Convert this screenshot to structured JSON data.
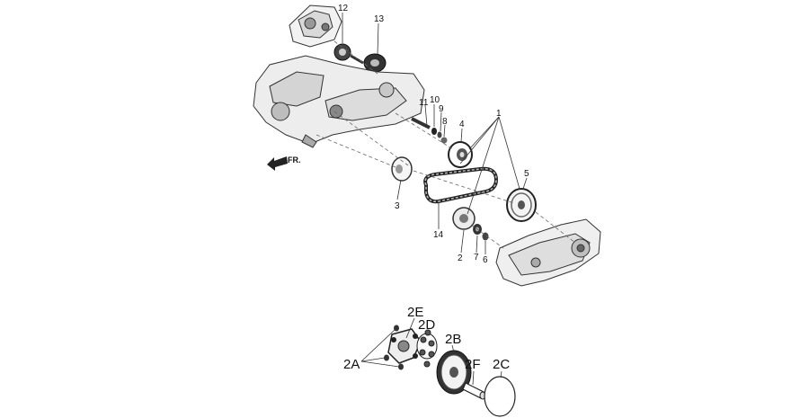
{
  "direction_label": "FR.",
  "callouts": {
    "p1": "1",
    "p2": "2",
    "p3": "3",
    "p4": "4",
    "p5": "5",
    "p6": "6",
    "p7": "7",
    "p8": "8",
    "p9": "9",
    "p10": "10",
    "p11": "11",
    "p12": "12",
    "p13": "13",
    "p14": "14",
    "p2a": "2A",
    "p2b": "2B",
    "p2c": "2C",
    "p2d": "2D",
    "p2e": "2E",
    "p2f": "2F"
  }
}
